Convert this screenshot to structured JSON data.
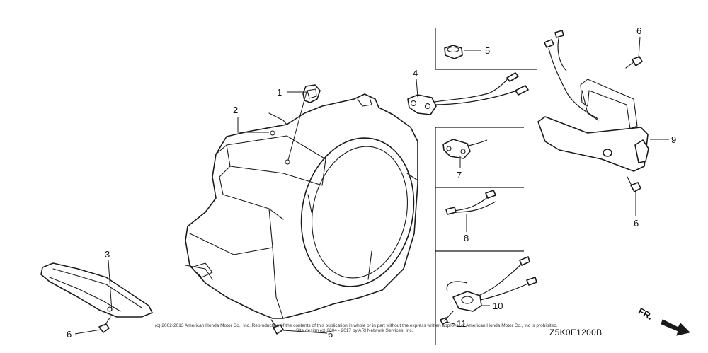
{
  "diagram": {
    "callouts": {
      "c1": "1",
      "c2": "2",
      "c3": "3",
      "c4": "4",
      "c5": "5",
      "c6a": "6",
      "c6b": "6",
      "c6c": "6",
      "c6d": "6",
      "c7": "7",
      "c8": "8",
      "c9": "9",
      "c10": "10",
      "c11": "11"
    },
    "copyright_line1": "(c) 2002-2013 American Honda Motor Co., Inc. Reproduction of the contents of this publication in whole or in part without the express written approval of American Honda Motor Co., Inc is prohibited.",
    "copyright_line2": "Site design (c) 2004 - 2017 by ARI Network Services, Inc.",
    "diagram_code": "Z5K0E1200B",
    "front_indicator": "FR."
  }
}
